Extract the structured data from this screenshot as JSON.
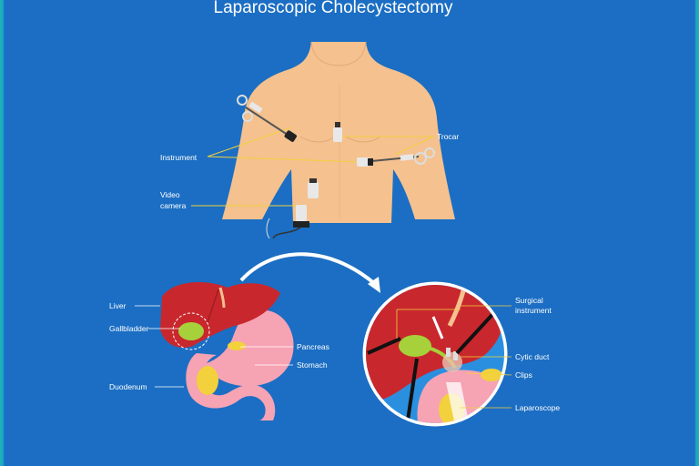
{
  "title": "Laparoscopic Cholecystectomy",
  "labels": {
    "instrument": "Instrument",
    "trocar": "Trocar",
    "video_camera_1": "Video",
    "video_camera_2": "camera",
    "liver": "Liver",
    "gallbladder": "Gallbladder",
    "pancreas": "Pancreas",
    "stomach": "Stomach",
    "duodenum": "Duodenum",
    "surgical_instrument_1": "Surgical",
    "surgical_instrument_2": "instrument",
    "cytic_duct": "Cytic duct",
    "clips": "Clips",
    "laparoscope": "Laparoscope"
  },
  "colors": {
    "background": "#1b6ec3",
    "skin": "#f4c18f",
    "liver": "#c8282d",
    "gallbladder": "#a6d13a",
    "stomach": "#f6a3b4",
    "pancreas": "#f2d13c",
    "leader_line": "#f2d13c"
  }
}
